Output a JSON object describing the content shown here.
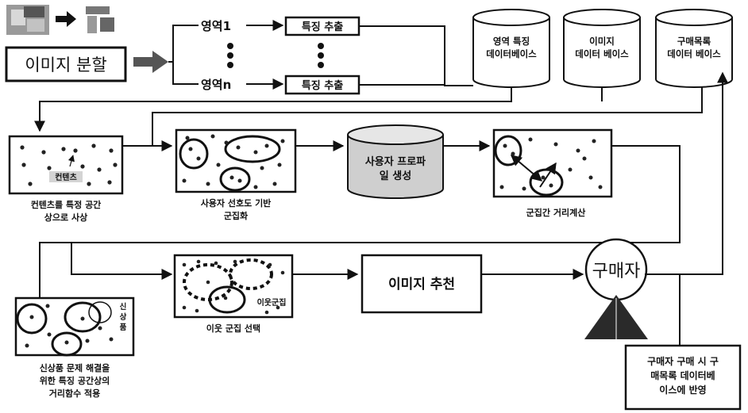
{
  "diagram": {
    "segmentation_label": "이미지 분할",
    "region_first": "영역1",
    "region_last": "영역n",
    "feature_extract_1": "특징 추출",
    "feature_extract_2": "특징 추출",
    "db_region_features": [
      "영역 특징",
      "데이터베이스"
    ],
    "db_image": [
      "이미지",
      "데이터 베이스"
    ],
    "db_purchase_list": [
      "구매목록",
      "데이터 베이스"
    ],
    "content_point_label": "컨텐츠",
    "step_map_content": [
      "컨텐츠를 특정 공간",
      "상으로 사상"
    ],
    "step_clustering": [
      "사용자 선호도 기반",
      "군집화"
    ],
    "user_profile": [
      "사용자 프로파",
      "일 생성"
    ],
    "step_cluster_distance": "군집간 거리계산",
    "new_product_label": [
      "신",
      "상",
      "품"
    ],
    "step_distance_function": [
      "신상품 문제 해결을",
      "위한 특징 공간상의",
      "거리함수 적용"
    ],
    "neighbor_cluster_label": "이웃군집",
    "step_neighbor_select": "이웃 군집 선택",
    "image_recommend": "이미지 추천",
    "buyer": "구매자",
    "purchase_update": [
      "구매자 구매 시 구",
      "매목록 데이터베",
      "이스에 반영"
    ]
  }
}
